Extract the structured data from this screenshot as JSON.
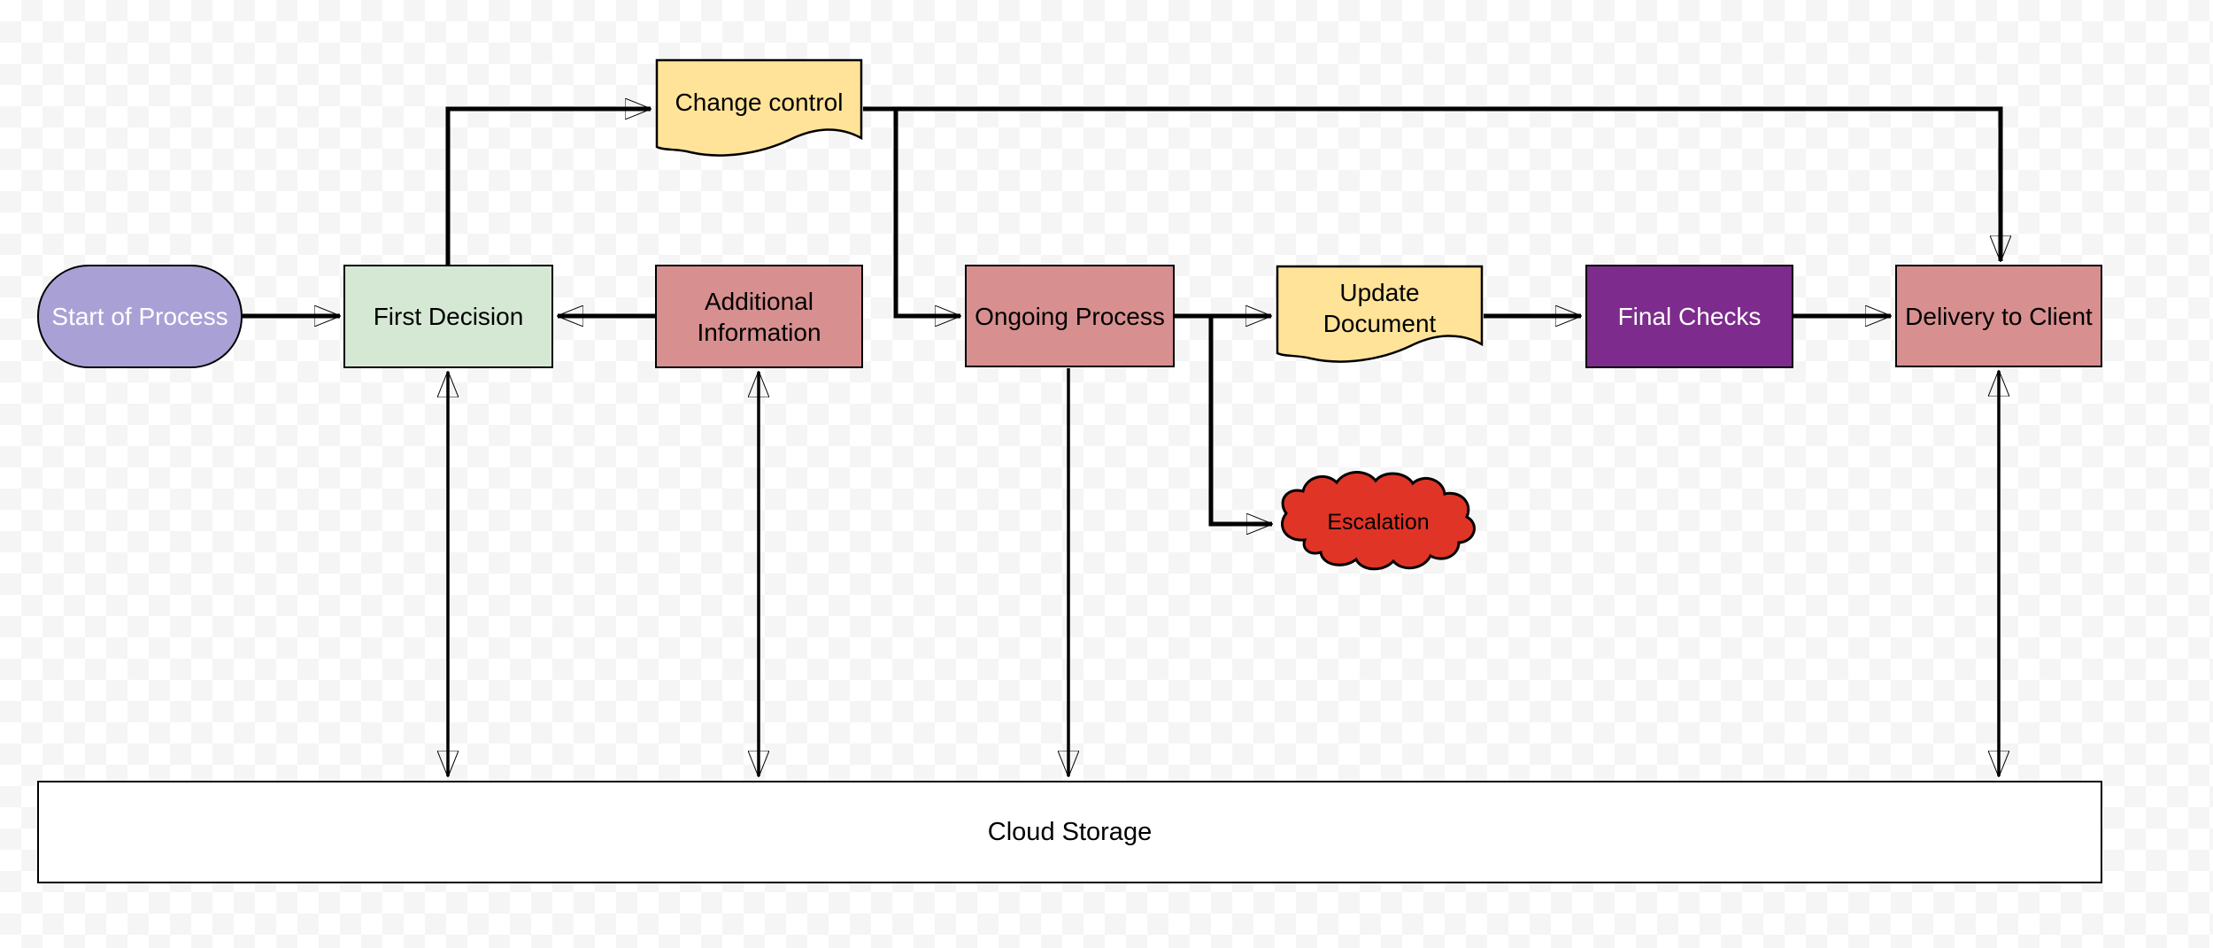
{
  "diagram": {
    "background": {
      "checker_light": "#ffffff",
      "checker_dark": "#f5f5f5"
    },
    "connector_color": "#000000",
    "nodes": [
      {
        "id": "start",
        "label": "Start of Process",
        "shape": "stadium",
        "fill": "#a9a1d6",
        "text_color": "#ffffff"
      },
      {
        "id": "first-decision",
        "label": "First Decision",
        "shape": "rect",
        "fill": "#d5e8d4",
        "text_color": "#000000"
      },
      {
        "id": "change-control",
        "label": "Change control",
        "shape": "document",
        "fill": "#ffe399",
        "text_color": "#000000"
      },
      {
        "id": "additional-information",
        "label": "Additional Information",
        "shape": "rect",
        "fill": "#d78f8f",
        "text_color": "#000000"
      },
      {
        "id": "ongoing-process",
        "label": "Ongoing Process",
        "shape": "rect",
        "fill": "#d78f8f",
        "text_color": "#000000"
      },
      {
        "id": "update-document",
        "label": "Update Document",
        "shape": "document",
        "fill": "#ffe399",
        "text_color": "#000000"
      },
      {
        "id": "final-checks",
        "label": "Final Checks",
        "shape": "rect",
        "fill": "#7d2b8d",
        "text_color": "#ffffff"
      },
      {
        "id": "delivery-to-client",
        "label": "Delivery to Client",
        "shape": "rect",
        "fill": "#d78f8f",
        "text_color": "#000000"
      },
      {
        "id": "escalation",
        "label": "Escalation",
        "shape": "cloud",
        "fill": "#e03427",
        "text_color": "#000000"
      },
      {
        "id": "cloud-storage",
        "label": "Cloud Storage",
        "shape": "wide-rect",
        "fill": "#ffffff",
        "text_color": "#000000"
      }
    ],
    "edges": [
      {
        "from": "start",
        "to": "first-decision",
        "type": "arrow"
      },
      {
        "from": "first-decision",
        "to": "change-control",
        "type": "arrow"
      },
      {
        "from": "change-control",
        "to": "delivery-to-client",
        "type": "arrow"
      },
      {
        "from": "change-control",
        "to": "ongoing-process",
        "type": "arrow"
      },
      {
        "from": "additional-information",
        "to": "first-decision",
        "type": "arrow"
      },
      {
        "from": "ongoing-process",
        "to": "update-document",
        "type": "arrow"
      },
      {
        "from": "ongoing-process",
        "to": "escalation",
        "type": "arrow"
      },
      {
        "from": "update-document",
        "to": "final-checks",
        "type": "arrow"
      },
      {
        "from": "final-checks",
        "to": "delivery-to-client",
        "type": "arrow"
      },
      {
        "from": "first-decision",
        "to": "cloud-storage",
        "type": "double-arrow"
      },
      {
        "from": "additional-information",
        "to": "cloud-storage",
        "type": "double-arrow"
      },
      {
        "from": "ongoing-process",
        "to": "cloud-storage",
        "type": "arrow"
      },
      {
        "from": "delivery-to-client",
        "to": "cloud-storage",
        "type": "double-arrow"
      }
    ]
  }
}
